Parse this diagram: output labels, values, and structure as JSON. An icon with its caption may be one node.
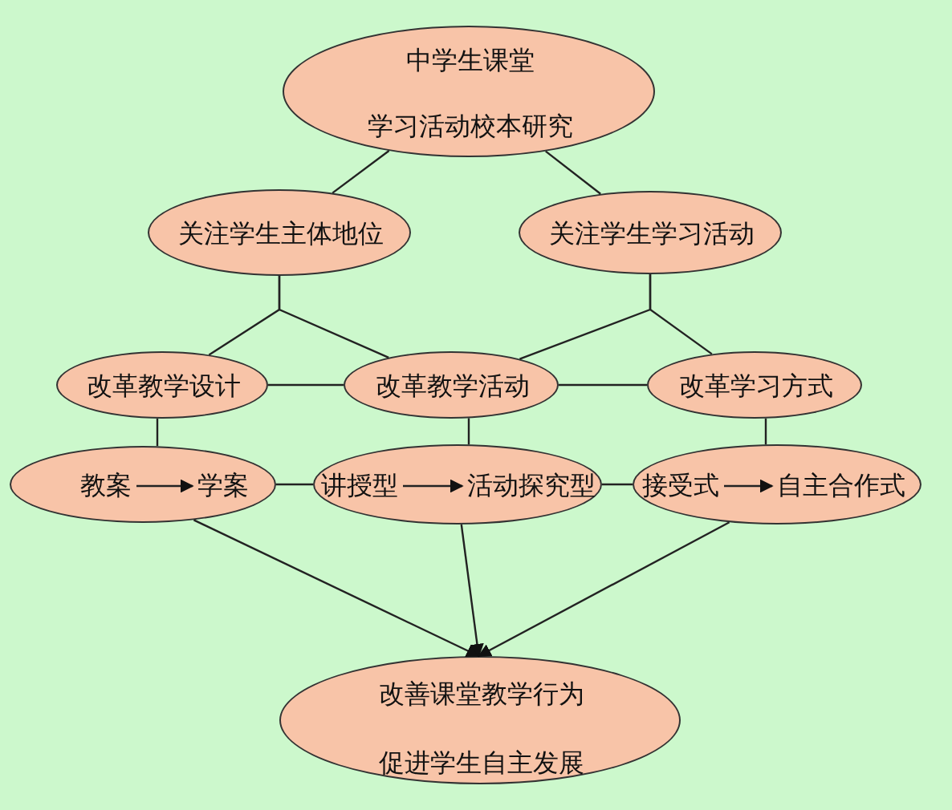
{
  "diagram": {
    "nodes": [
      {
        "text": [
          "中学生课堂",
          "学习活动校本研究"
        ]
      },
      {
        "text": [
          "关注学生主体地位"
        ]
      },
      {
        "text": [
          "关注学生学习活动"
        ]
      },
      {
        "text": [
          "改革教学设计"
        ]
      },
      {
        "text": [
          "改革教学活动"
        ]
      },
      {
        "text": [
          "改革学习方式"
        ]
      },
      {
        "text": [],
        "shape": "ellipse"
      },
      {
        "text": [
          "教案"
        ],
        "in": 6
      },
      {
        "text": [
          "学案"
        ],
        "in": 6
      },
      {
        "text": [],
        "shape": "ellipse"
      },
      {
        "text": [
          "讲授型"
        ],
        "in": 9
      },
      {
        "text": [
          "活动探究型"
        ],
        "in": 9
      },
      {
        "text": [],
        "shape": "ellipse"
      },
      {
        "text": [
          "接受式"
        ],
        "in": 12
      },
      {
        "text": [
          "自主合作式"
        ],
        "in": 12
      },
      {
        "text": [
          "改善课堂教学行为",
          "促进学生自主发展"
        ]
      }
    ],
    "edges": [
      {
        "from": 0,
        "to": 1,
        "arrow": "none"
      },
      {
        "from": 0,
        "to": 2,
        "arrow": "none"
      },
      {
        "from": 1,
        "to": 3,
        "arrow": "none"
      },
      {
        "from": 1,
        "to": 4,
        "arrow": "none"
      },
      {
        "from": 2,
        "to": 4,
        "arrow": "none"
      },
      {
        "from": 2,
        "to": 5,
        "arrow": "none"
      },
      {
        "from": 3,
        "to": 4,
        "arrow": "none"
      },
      {
        "from": 4,
        "to": 5,
        "arrow": "none"
      },
      {
        "from": 3,
        "to": 6,
        "arrow": "none"
      },
      {
        "from": 4,
        "to": 9,
        "arrow": "none"
      },
      {
        "from": 5,
        "to": 12,
        "arrow": "none"
      },
      {
        "from": 6,
        "to": 9,
        "arrow": "none"
      },
      {
        "from": 9,
        "to": 12,
        "arrow": "none"
      },
      {
        "from": 7,
        "to": 8,
        "arrow": "to"
      },
      {
        "from": 10,
        "to": 11,
        "arrow": "to"
      },
      {
        "from": 13,
        "to": 14,
        "arrow": "to"
      },
      {
        "from": 6,
        "to": 15,
        "arrow": "to"
      },
      {
        "from": 9,
        "to": 15,
        "arrow": "to"
      },
      {
        "from": 12,
        "to": 15,
        "arrow": "to"
      }
    ]
  }
}
